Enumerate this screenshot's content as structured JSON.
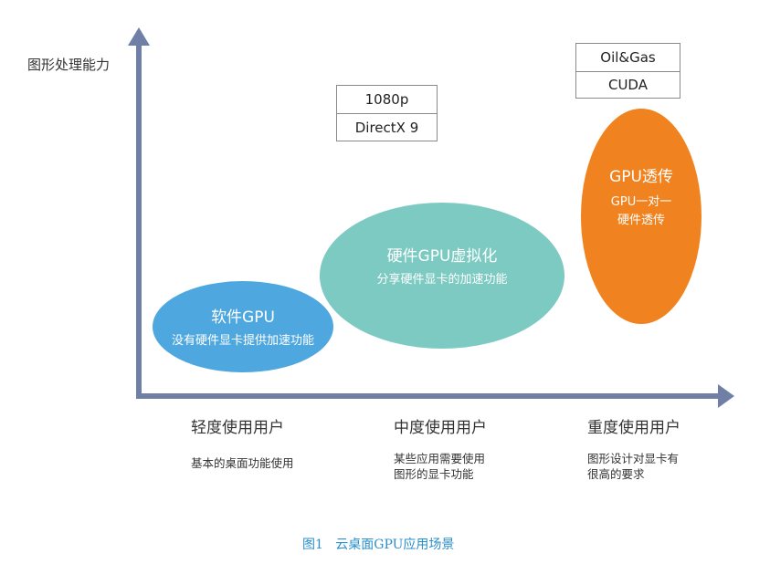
{
  "y_axis_label": "图形处理能力",
  "boxes": [
    {
      "id": "mid",
      "line1": "1080p",
      "line2": "DirectX 9"
    },
    {
      "id": "heavy",
      "line1": "Oil&Gas",
      "line2": "CUDA"
    }
  ],
  "ellipses": [
    {
      "id": "soft",
      "title": "软件GPU",
      "subtitle": "没有硬件显卡提供加速功能",
      "color": "#4ea8df"
    },
    {
      "id": "virt",
      "title": "硬件GPU虚拟化",
      "subtitle": "分享硬件显卡的加速功能",
      "color": "#7ccac2"
    },
    {
      "id": "pass",
      "title": "GPU透传",
      "subtitle_line1": "GPU一对一",
      "subtitle_line2": "硬件透传",
      "color": "#f0831f"
    }
  ],
  "categories": [
    {
      "id": "light",
      "label": "轻度使用用户",
      "desc_line1": "基本的桌面功能使用",
      "desc_line2": ""
    },
    {
      "id": "medium",
      "label": "中度使用用户",
      "desc_line1": "某些应用需要使用",
      "desc_line2": "图形的显卡功能"
    },
    {
      "id": "heavy",
      "label": "重度使用用户",
      "desc_line1": "图形设计对显卡有",
      "desc_line2": "很高的要求"
    }
  ],
  "caption": "图1   云桌面GPU应用场景",
  "colors": {
    "axis": "#6f7fa6",
    "caption": "#2b8fc9"
  }
}
